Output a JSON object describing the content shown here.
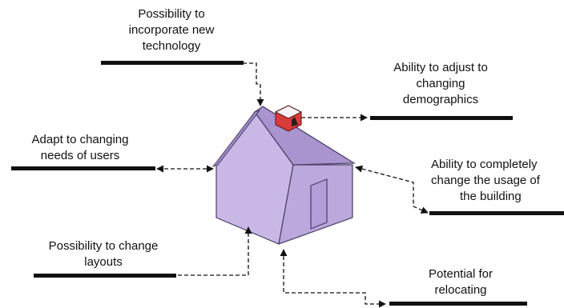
{
  "labels": {
    "technology": [
      "Possibility to",
      "incorporate new",
      "technology"
    ],
    "demographics": [
      "Ability to adjust to",
      "changing",
      "demographics"
    ],
    "users": [
      "Adapt to changing",
      "needs of users"
    ],
    "usage": [
      "Ability to completely",
      "change the usage of",
      "the building"
    ],
    "layouts": [
      "Possibility to change",
      "layouts"
    ],
    "relocating": [
      "Potential for",
      "relocating"
    ]
  },
  "colors": {
    "house_front": "#c9b8e6",
    "house_side": "#b6a2d8",
    "house_roof": "#a994d0",
    "house_outline": "#4b3e66",
    "chimney": "#d93a3a",
    "lines": "#111111"
  }
}
